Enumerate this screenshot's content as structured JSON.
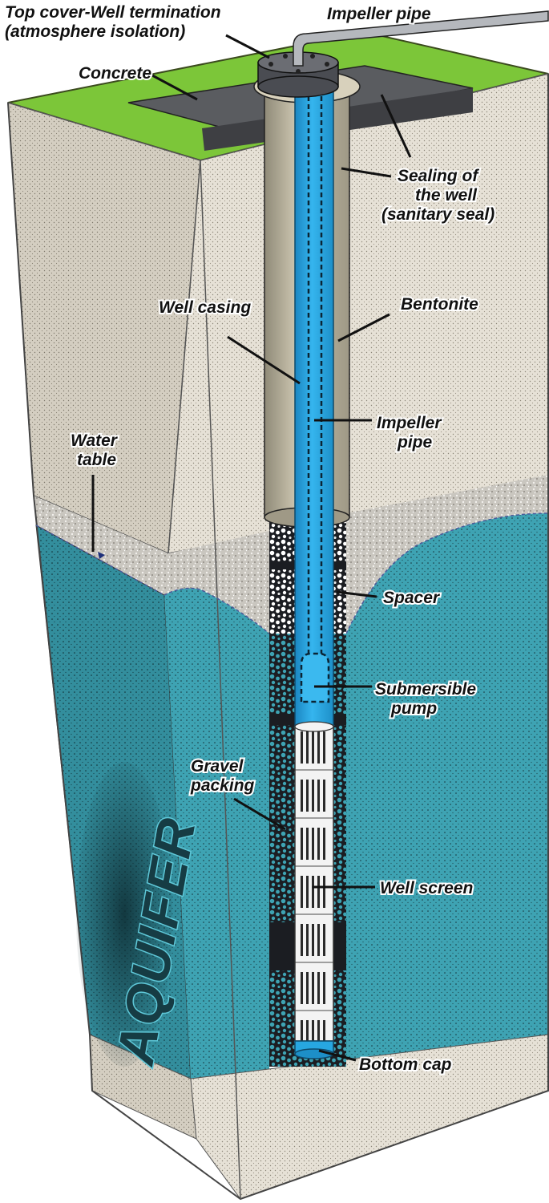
{
  "labels": {
    "top_cover_line1": "Top cover-Well termination",
    "top_cover_line2": "(atmosphere isolation)",
    "impeller_pipe_top": "Impeller pipe",
    "concrete": "Concrete",
    "sealing_line1": "Sealing of",
    "sealing_line2": "the well",
    "sealing_line3": "(sanitary seal)",
    "well_casing": "Well casing",
    "bentonite": "Bentonite",
    "impeller_pipe_mid_line1": "Impeller",
    "impeller_pipe_mid_line2": "pipe",
    "water_table_line1": "Water",
    "water_table_line2": "table",
    "spacer": "Spacer",
    "submersible_line1": "Submersible",
    "submersible_line2": "pump",
    "gravel_line1": "Gravel",
    "gravel_line2": "packing",
    "well_screen": "Well screen",
    "bottom_cap": "Bottom cap",
    "aquifer": "AQUIFER"
  },
  "colors": {
    "grass": "#7cc639",
    "soil": "#e6e1d6",
    "soil_dark": "#d2ccbf",
    "concrete": "#5a5c60",
    "bentonite": "#b4ad98",
    "casing": "#27a7e1",
    "aquifer": "#3ea3b3",
    "aquifer_dark": "#318a98",
    "gravel_dark": "#1b1d22",
    "screen": "#f3f3f3",
    "mixed_layer": "#c9c6bf"
  }
}
